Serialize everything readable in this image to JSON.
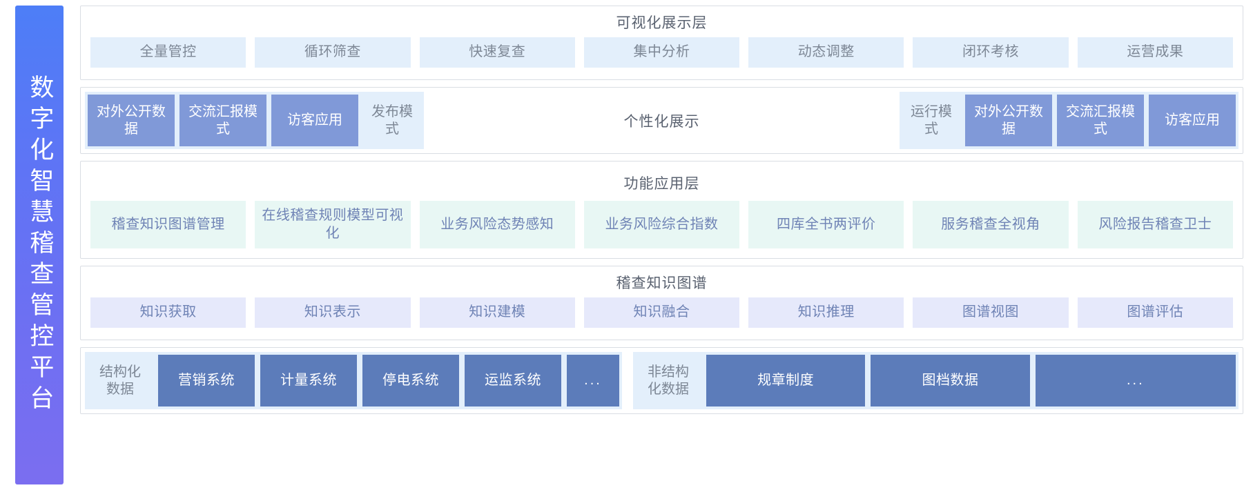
{
  "platform": {
    "name": "数字化智慧稽查管控平台",
    "banner_gradient_from": "#4d7ef7",
    "banner_gradient_to": "#7b6ef0"
  },
  "colors": {
    "chip_visualization_bg": "#e3effb",
    "chip_visualization_text": "#7d8795",
    "chip_solid_personalized_bg": "#8099d8",
    "chip_function_bg": "#e8f7f4",
    "chip_function_text": "#6f83b5",
    "chip_knowledge_bg": "#e6e9fb",
    "chip_knowledge_text": "#6f83b5",
    "chip_data_bg": "#5c7cba",
    "group_band_bg": "#e3effb",
    "layer_border": "#d9dde3",
    "layer_title_text": "#5a6270"
  },
  "layers": [
    {
      "id": "visualization",
      "title": "可视化展示层",
      "chips": [
        "全量管控",
        "循环筛查",
        "快速复查",
        "集中分析",
        "动态调整",
        "闭环考核",
        "运营成果"
      ]
    },
    {
      "id": "personalized",
      "title": "",
      "center_label": "个性化展示",
      "left_group": [
        {
          "label": "对外公开数据",
          "style": "solid"
        },
        {
          "label": "交流汇报模式",
          "style": "solid"
        },
        {
          "label": "访客应用",
          "style": "solid"
        },
        {
          "label": "发布模式",
          "style": "ghost"
        }
      ],
      "right_group": [
        {
          "label": "运行模式",
          "style": "ghost"
        },
        {
          "label": "对外公开数据",
          "style": "solid"
        },
        {
          "label": "交流汇报模式",
          "style": "solid"
        },
        {
          "label": "访客应用",
          "style": "solid"
        }
      ]
    },
    {
      "id": "function",
      "title": "功能应用层",
      "chips": [
        "稽查知识图谱管理",
        "在线稽查规则模型可视化",
        "业务风险态势感知",
        "业务风险综合指数",
        "四库全书两评价",
        "服务稽查全视角",
        "风险报告稽查卫士"
      ]
    },
    {
      "id": "knowledge_graph",
      "title": "稽查知识图谱",
      "chips": [
        "知识获取",
        "知识表示",
        "知识建模",
        "知识融合",
        "知识推理",
        "图谱视图",
        "图谱评估"
      ]
    },
    {
      "id": "data_sources",
      "title": "",
      "structured": {
        "label": "结构化数据",
        "chips": [
          "营销系统",
          "计量系统",
          "停电系统",
          "运监系统",
          "..."
        ]
      },
      "unstructured": {
        "label": "非结构化数据",
        "chips": [
          "规章制度",
          "图档数据",
          "..."
        ]
      }
    }
  ]
}
